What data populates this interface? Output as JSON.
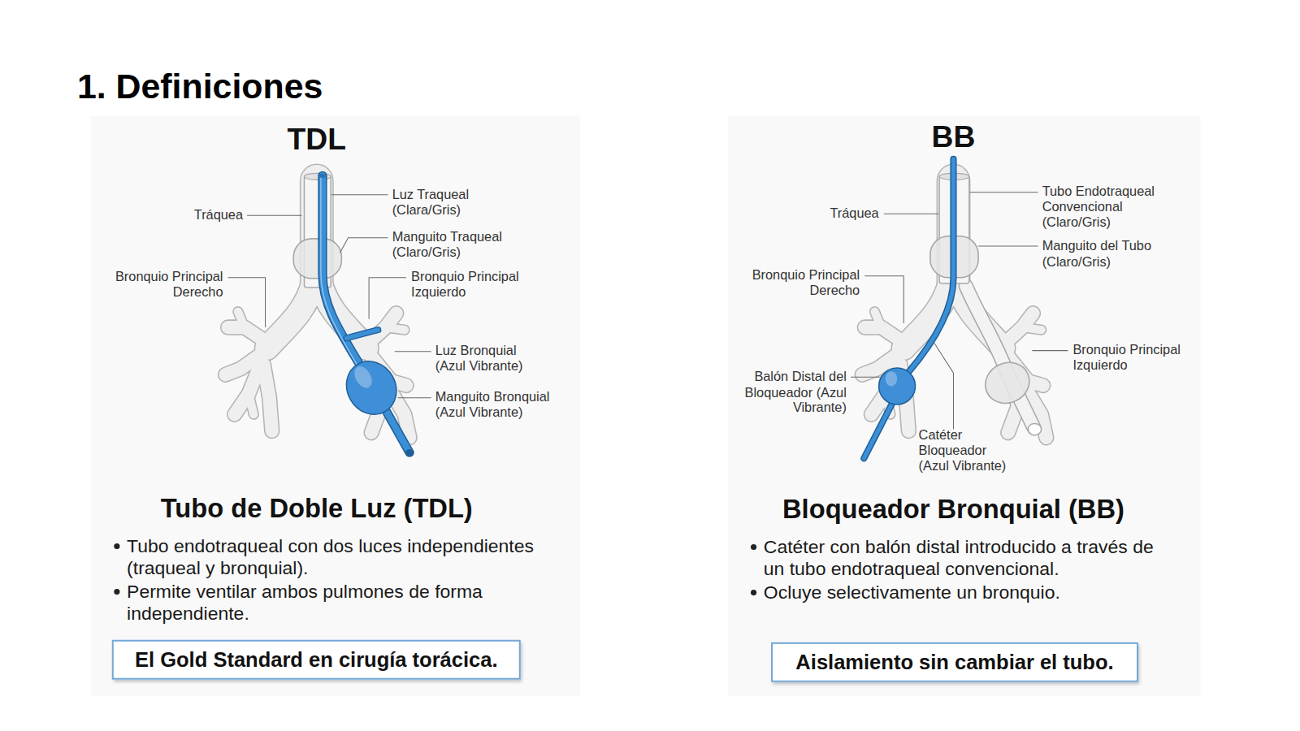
{
  "diagram": {
    "title": "1. Definiciones",
    "nodes": [
      {
        "text": [
          "El Gold Standard en cirugía torácica."
        ]
      },
      {
        "text": [
          "Aislamiento sin cambiar el tubo."
        ]
      }
    ],
    "labels": [
      "TDL",
      "Tráquea",
      "Luz Traqueal (Clara/Gris)",
      "Manguito Traqueal (Claro/Gris)",
      "Bronquio Principal Derecho",
      "Bronquio Principal Izquierdo",
      "Luz Bronquial (Azul Vibrante)",
      "Manguito Bronquial (Azul Vibrante)",
      "Tubo de Doble Luz (TDL)",
      "Tubo endotraqueal con dos luces independientes (traqueal y bronquial).",
      "Permite ventilar ambos pulmones de forma independiente.",
      "BB",
      "Tráquea",
      "Tubo Endotraqueal Convencional (Claro/Gris)",
      "Manguito del Tubo (Claro/Gris)",
      "Bronquio Principal Derecho",
      "Bronquio Principal Izquierdo",
      "Balón Distal del Bloqueador (Azul Vibrante)",
      "Catéter Bloqueador (Azul Vibrante)",
      "Bloqueador Bronquial (BB)",
      "Catéter con balón distal introducido a través de un tubo endotraqueal convencional.",
      "Ocluye selectivamente un bronquio."
    ]
  }
}
